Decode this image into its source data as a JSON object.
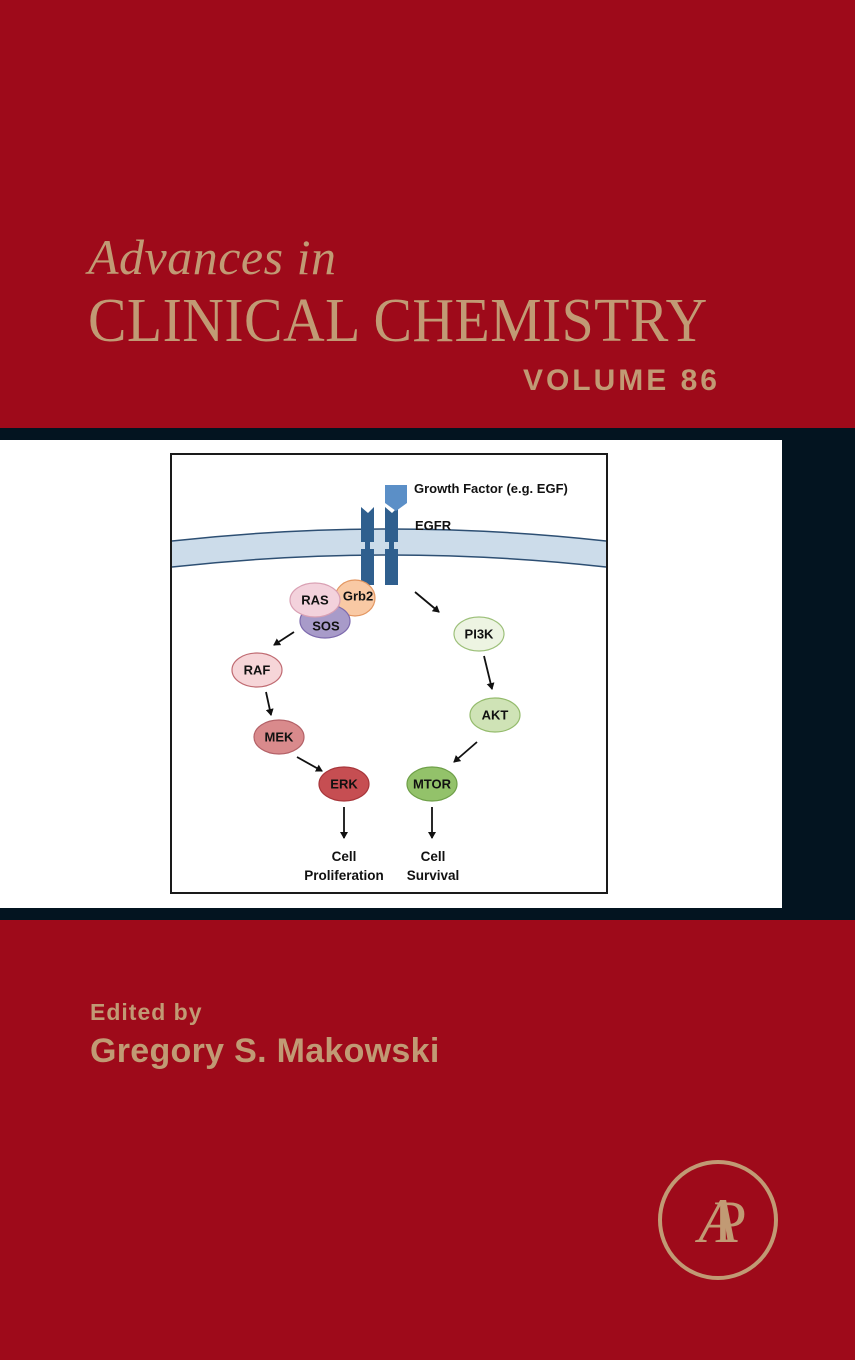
{
  "cover": {
    "series_prefix": "Advances in",
    "series_title": "CLINICAL CHEMISTRY",
    "volume": "VOLUME 86",
    "edited_by_label": "Edited by",
    "editor": "Gregory S. Makowski",
    "publisher_logo": {
      "icon": "ap-monogram-icon",
      "text": "AP"
    },
    "colors": {
      "background": "#9e0a1a",
      "text_gold": "#c19a74",
      "dark_band": "#031420",
      "panel": "#ffffff"
    }
  },
  "figure": {
    "growth_factor_label": "Growth Factor (e.g. EGF)",
    "receptor_label": "EGFR",
    "nodes": {
      "ras": "RAS",
      "grb2": "Grb2",
      "sos": "SOS",
      "raf": "RAF",
      "mek": "MEK",
      "erk": "ERK",
      "pi3k": "PI3K",
      "akt": "AKT",
      "mtor": "MTOR"
    },
    "outcomes": {
      "left_line1": "Cell",
      "left_line2": "Proliferation",
      "right_line1": "Cell",
      "right_line2": "Survival"
    }
  }
}
